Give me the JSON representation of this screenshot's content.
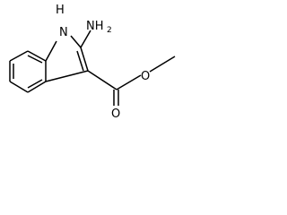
{
  "structure": {
    "labels": {
      "nh_h": "H",
      "nh_n": "N",
      "nh2_n": "NH",
      "nh2_sub": "2",
      "carbonyl_o": "O",
      "ester_o": "O"
    },
    "colors": {
      "bond": "#000000",
      "text": "#000000",
      "background": "#ffffff"
    }
  }
}
